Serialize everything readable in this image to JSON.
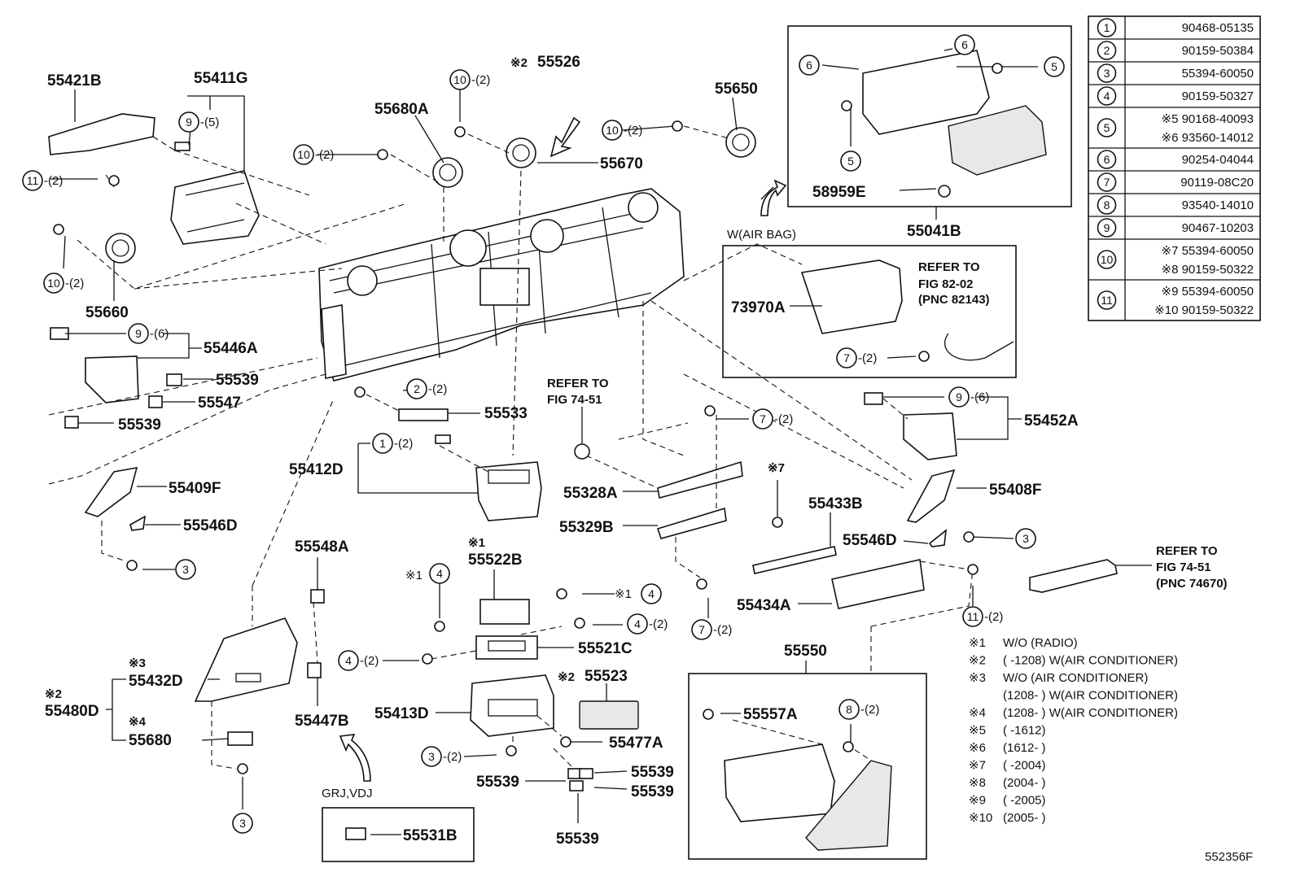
{
  "figure_id": "552356F",
  "labels": {
    "p55421B": "55421B",
    "p55411G": "55411G",
    "p55680A": "55680A",
    "p55526": "55526",
    "p55526_note": "※2",
    "p55670": "55670",
    "p55650": "55650",
    "p55660": "55660",
    "p55446A": "55446A",
    "p55539a": "55539",
    "p55547": "55547",
    "p55539b": "55539",
    "p55533": "55533",
    "p55412D": "55412D",
    "p55409F": "55409F",
    "p55546D_l": "55546D",
    "p55548A": "55548A",
    "p55522B": "55522B",
    "p55522B_note": "※1",
    "p55521C": "55521C",
    "p55523": "55523",
    "p55523_note": "※2",
    "p55413D": "55413D",
    "p55477A": "55477A",
    "p55539c": "55539",
    "p55539d": "55539",
    "p55539e": "55539",
    "p55539f": "55539",
    "p55432D": "55432D",
    "p55432D_note": "※3",
    "p55480D": "55480D",
    "p55480D_note": "※2",
    "p55680": "55680",
    "p55680_note": "※4",
    "p55447B": "55447B",
    "p55531B": "55531B",
    "grj_vdj": "GRJ,VDJ",
    "refer_74_51_a": "REFER TO",
    "refer_74_51_a2": "FIG 74-51",
    "p55328A": "55328A",
    "p55329B": "55329B",
    "note7": "※7",
    "p55433B": "55433B",
    "p55434A": "55434A",
    "p55546D_r": "55546D",
    "p55408F": "55408F",
    "p55452A": "55452A",
    "p55550": "55550",
    "p55557A": "55557A",
    "p58959E": "58959E",
    "p55041B": "55041B",
    "w_airbag": "W(AIR BAG)",
    "p73970A": "73970A",
    "refer_82": "REFER TO",
    "refer_82b": "FIG 82-02",
    "refer_82c": "(PNC 82143)",
    "refer_74_b": "REFER TO",
    "refer_74_b2": "FIG 74-51",
    "refer_74_b3": "(PNC 74670)"
  },
  "callouts": {
    "c1_q": "-(2)",
    "c2_q": "-(2)",
    "c3_q": "-(2)",
    "c4_q": "-(2)",
    "c4b_q": "-(2)",
    "c7a_q": "-(2)",
    "c7b_q": "-(2)",
    "c7c_q": "-(2)",
    "c8_q": "-(2)",
    "c9a_q": "-(5)",
    "c9b_q": "-(6)",
    "c9c_q": "-(6)",
    "c10a_q": "-(2)",
    "c10b_q": "-(2)",
    "c10c_q": "-(2)",
    "c10d_q": "-(2)",
    "c11a_q": "-(2)",
    "c11b_q": "-(2)",
    "c5_note": "※1",
    "c4r_note": "※1"
  },
  "parts_table": [
    {
      "ref": "1",
      "lines": [
        "90468-05135"
      ]
    },
    {
      "ref": "2",
      "lines": [
        "90159-50384"
      ]
    },
    {
      "ref": "3",
      "lines": [
        "55394-60050"
      ]
    },
    {
      "ref": "4",
      "lines": [
        "90159-50327"
      ]
    },
    {
      "ref": "5",
      "lines": [
        "※5 90168-40093",
        "※6 93560-14012"
      ]
    },
    {
      "ref": "6",
      "lines": [
        "90254-04044"
      ]
    },
    {
      "ref": "7",
      "lines": [
        "90119-08C20"
      ]
    },
    {
      "ref": "8",
      "lines": [
        "93540-14010"
      ]
    },
    {
      "ref": "9",
      "lines": [
        "90467-10203"
      ]
    },
    {
      "ref": "10",
      "lines": [
        "※7 55394-60050",
        "※8 90159-50322"
      ]
    },
    {
      "ref": "11",
      "lines": [
        "※9 55394-60050",
        "※10 90159-50322"
      ]
    }
  ],
  "notes": [
    {
      "mark": "※1",
      "text": "W/O (RADIO)"
    },
    {
      "mark": "※2",
      "text": "(      -1208) W(AIR CONDITIONER)"
    },
    {
      "mark": "※3",
      "text": "W/O (AIR CONDITIONER)"
    },
    {
      "mark": "",
      "text": "(1208-       ) W(AIR CONDITIONER)"
    },
    {
      "mark": "※4",
      "text": "(1208-       ) W(AIR CONDITIONER)"
    },
    {
      "mark": "※5",
      "text": "(      -1612)"
    },
    {
      "mark": "※6",
      "text": "(1612-       )"
    },
    {
      "mark": "※7",
      "text": "(      -2004)"
    },
    {
      "mark": "※8",
      "text": "(2004-       )"
    },
    {
      "mark": "※9",
      "text": "(      -2005)"
    },
    {
      "mark": "※10",
      "text": "(2005-       )"
    }
  ]
}
